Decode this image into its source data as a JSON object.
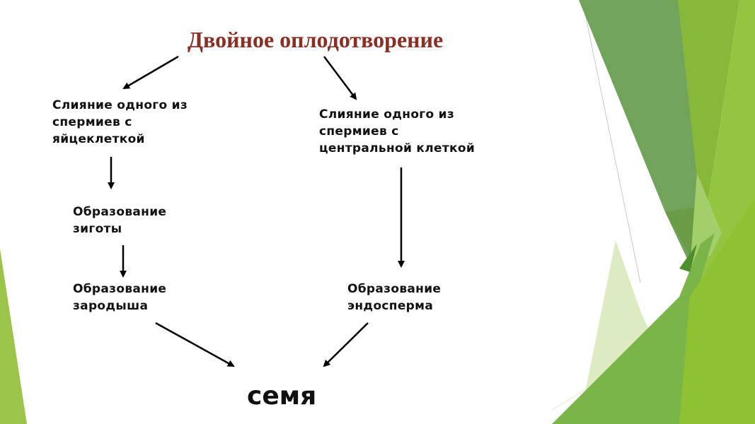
{
  "title": "Двойное оплодотворение",
  "left_branch": {
    "step1": "Слияние одного из\nспермиев с\nяйцеклеткой",
    "step2": "Образование\nзиготы",
    "step3": "Образование\nзародыша"
  },
  "right_branch": {
    "step1": "Слияние одного из\nспермиев с\nцентральной клеткой",
    "step2": "Образование\nэндосперма"
  },
  "result": "семя",
  "colors": {
    "title": "#8b2e23",
    "green_dark": "#6f9e4f",
    "green_light": "#92c43a"
  }
}
